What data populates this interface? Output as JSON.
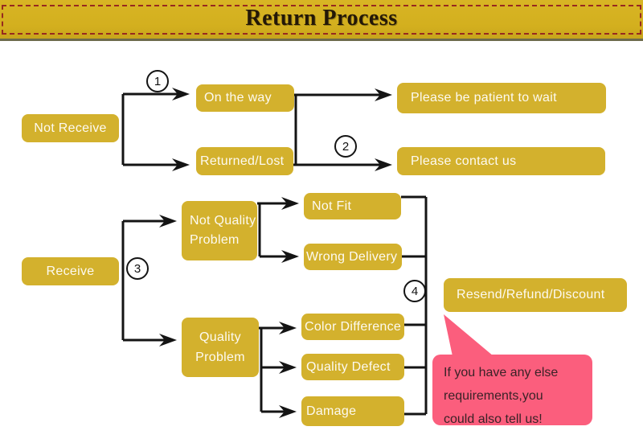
{
  "header": {
    "title": "Return Process"
  },
  "colors": {
    "header_bg": "#d8b524",
    "header_text": "#241807",
    "dash": "#97291f",
    "node_bg": "#d3b12d",
    "node_text": "#fdfaf1",
    "line": "#141414",
    "bubble_bg": "#fb5e7d",
    "bubble_text": "#3a2227"
  },
  "steps": {
    "s1": "1",
    "s2": "2",
    "s3": "3",
    "s4": "4"
  },
  "nodes": {
    "not_receive": {
      "label": "Not Receive"
    },
    "on_the_way": {
      "label": "On the way"
    },
    "returned_lost": {
      "label": "Returned/Lost"
    },
    "wait": {
      "label": "Please be patient to wait"
    },
    "contact": {
      "label": "Please contact us"
    },
    "receive": {
      "label": "Receive"
    },
    "not_quality_problem": {
      "label": "Not Quality Problem"
    },
    "quality_problem": {
      "label": "Quality Problem"
    },
    "not_fit": {
      "label": "Not Fit"
    },
    "wrong_delivery": {
      "label": "Wrong Delivery"
    },
    "color_difference": {
      "label": "Color Difference"
    },
    "quality_defect": {
      "label": "Quality Defect"
    },
    "damage": {
      "label": "Damage"
    },
    "resend": {
      "label": "Resend/Refund/Discount"
    }
  },
  "bubble": {
    "line1": "If you have any else",
    "line2": "requirements,you",
    "line3": "could also tell us!"
  }
}
